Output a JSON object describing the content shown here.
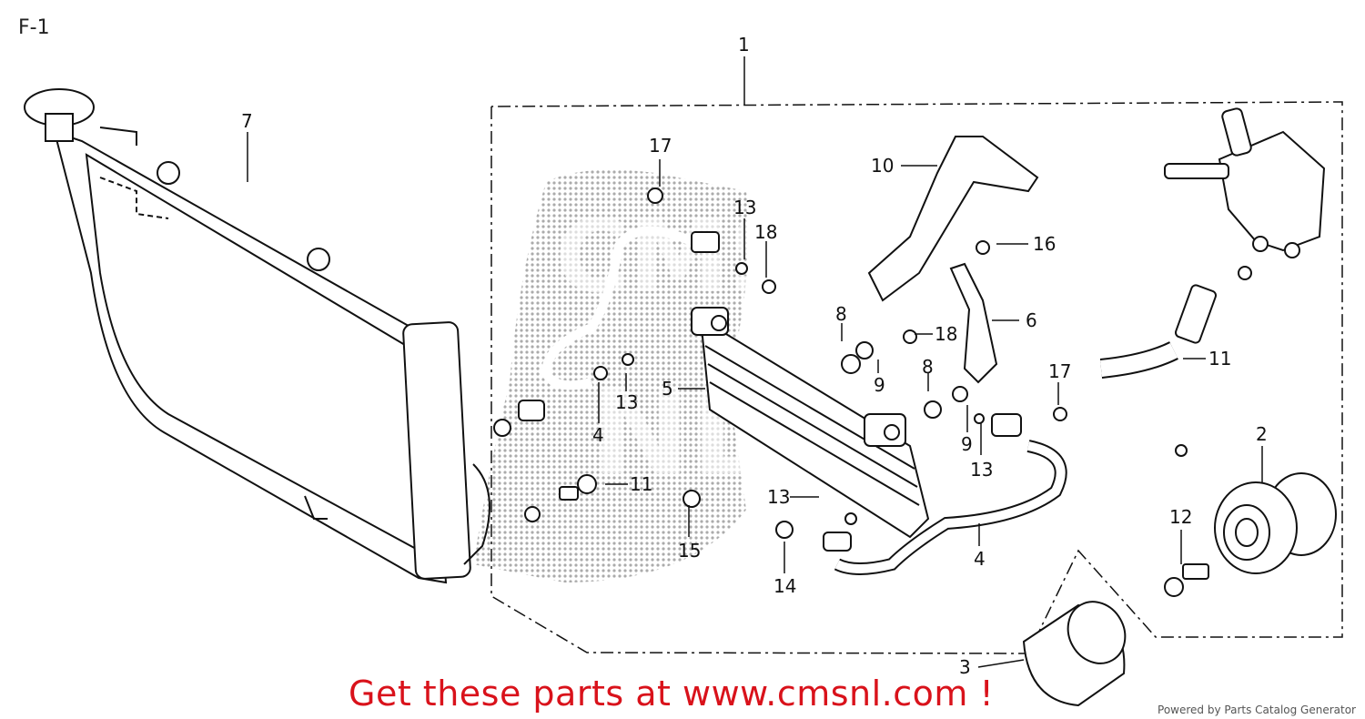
{
  "page": {
    "title": "F-1"
  },
  "labels": [
    {
      "id": "1",
      "text": "1"
    },
    {
      "id": "7",
      "text": "7"
    },
    {
      "id": "17a",
      "text": "17"
    },
    {
      "id": "13a",
      "text": "13"
    },
    {
      "id": "18a",
      "text": "18"
    },
    {
      "id": "10",
      "text": "10"
    },
    {
      "id": "16",
      "text": "16"
    },
    {
      "id": "6",
      "text": "6"
    },
    {
      "id": "8a",
      "text": "8"
    },
    {
      "id": "18b",
      "text": "18"
    },
    {
      "id": "9a",
      "text": "9"
    },
    {
      "id": "8b",
      "text": "8"
    },
    {
      "id": "17b",
      "text": "17"
    },
    {
      "id": "11a",
      "text": "11"
    },
    {
      "id": "5",
      "text": "5"
    },
    {
      "id": "13b",
      "text": "13"
    },
    {
      "id": "4a",
      "text": "4"
    },
    {
      "id": "9b",
      "text": "9"
    },
    {
      "id": "13c",
      "text": "13"
    },
    {
      "id": "2",
      "text": "2"
    },
    {
      "id": "11b",
      "text": "11"
    },
    {
      "id": "13d",
      "text": "13"
    },
    {
      "id": "15",
      "text": "15"
    },
    {
      "id": "14",
      "text": "14"
    },
    {
      "id": "4b",
      "text": "4"
    },
    {
      "id": "12",
      "text": "12"
    },
    {
      "id": "3",
      "text": "3"
    }
  ],
  "watermark": {
    "lines": [
      "CMS",
      "NL"
    ]
  },
  "promo": "Get these parts at www.cmsnl.com !",
  "footer": "Powered by Parts Catalog Generator",
  "colors": {
    "promo": "#d9121b",
    "line": "#111111",
    "watermark": "#9a9a9a"
  }
}
